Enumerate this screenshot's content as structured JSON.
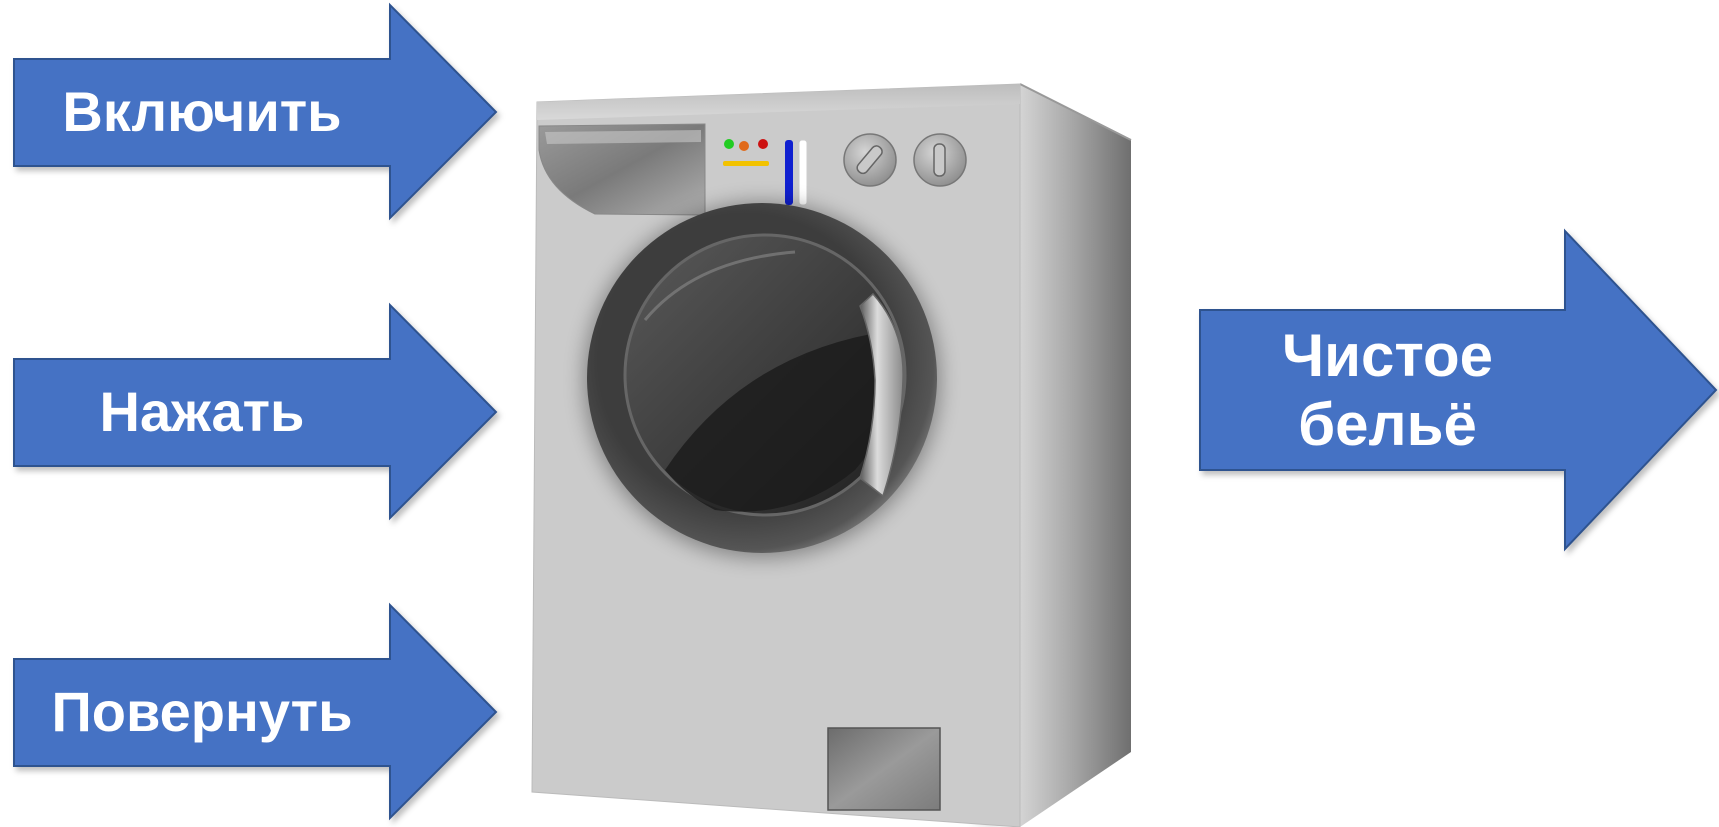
{
  "inputs": [
    {
      "label": "Включить"
    },
    {
      "label": "Нажать"
    },
    {
      "label": "Повернуть"
    }
  ],
  "output": {
    "label": "Чистое\nбельё"
  },
  "colors": {
    "arrow_fill": "#4472C4",
    "arrow_stroke": "#2F528F",
    "label_text": "#FFFFFF",
    "washer_body": "#CBCBCB",
    "washer_door": "#3A3A3A",
    "indicator_green": "#22CC22",
    "indicator_orange": "#E06A1A",
    "indicator_red": "#CC1111",
    "indicator_yellow": "#F2C200",
    "indicator_blue": "#1020D0"
  },
  "icons": {
    "input_arrow": "right-arrow-icon",
    "output_arrow": "right-arrow-icon",
    "machine": "washing-machine-icon"
  }
}
